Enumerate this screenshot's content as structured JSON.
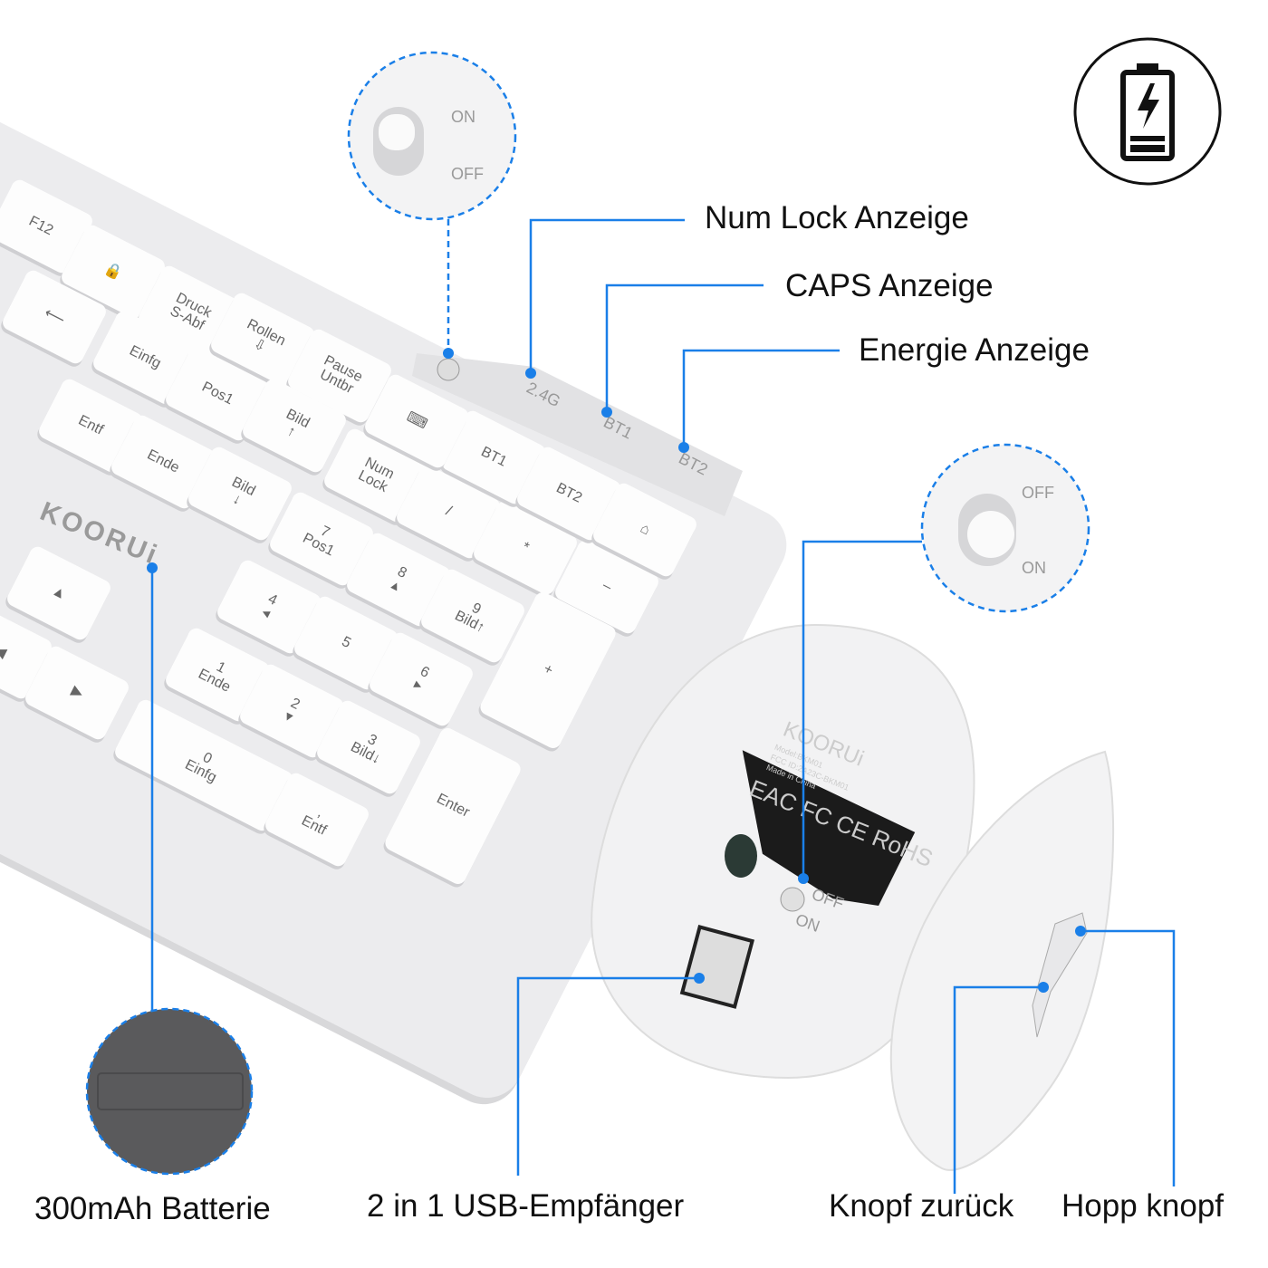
{
  "callouts": {
    "num_lock": "Num Lock Anzeige",
    "caps": "CAPS Anzeige",
    "energie": "Energie Anzeige",
    "batterie": "300mAh Batterie",
    "usb": "2 in 1 USB-Empfänger",
    "zurueck": "Knopf zurück",
    "hopp": "Hopp knopf"
  },
  "switch_keyboard": {
    "on": "ON",
    "off": "OFF"
  },
  "switch_mouse": {
    "on": "ON",
    "off": "OFF"
  },
  "brand": "KOORUi",
  "mouse_label": {
    "brand": "KOORUi",
    "model": "Model:BKM01",
    "fcc": "FCC ID:2A23C-BKM01",
    "origin": "Made in China",
    "marks": "EAC FC CE RoHS"
  },
  "indicator_labels": [
    "2.4G",
    "BT1",
    "BT2"
  ],
  "keys": [
    "F12",
    "✂",
    "🔒",
    "⟵",
    "Druck\nS-Abf",
    "Rollen\n⇩",
    "Pause\nUntbr",
    "Einfg",
    "Pos1",
    "Bild\n↑",
    "Entf",
    "Ende",
    "Bild\n↓",
    "▲",
    "◀",
    "▶",
    "Num\nLock",
    "/",
    "*",
    "–",
    "7\nPos1",
    "8\n▴",
    "9\nBild↑",
    "+",
    "4\n◂",
    "5",
    "6\n▸",
    "1\nEnde",
    "2\n▾",
    "3\nBild↓",
    "Enter",
    "0\nEinfg",
    ",\nEntf",
    "BT1",
    "BT2",
    "⌂",
    "⌨"
  ],
  "colors": {
    "callout": "#1a7fe8",
    "battery_disc": "#5a5a5c"
  },
  "icons": [
    "battery-charging-icon"
  ]
}
